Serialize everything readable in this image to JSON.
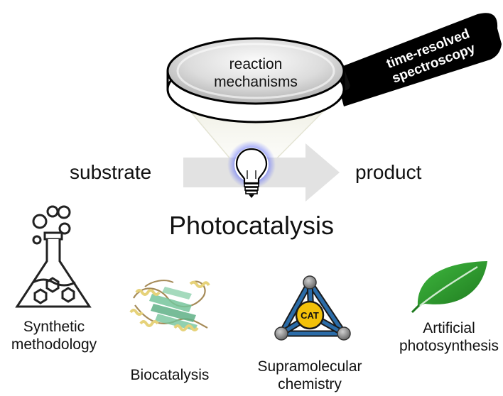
{
  "lens": {
    "line1": "reaction",
    "line2": "mechanisms"
  },
  "handle": {
    "line1": "time-resolved",
    "line2": "spectroscopy"
  },
  "flow": {
    "left": "substrate",
    "right": "product"
  },
  "title": "Photocatalysis",
  "applications": [
    {
      "line1": "Synthetic",
      "line2": "methodology"
    },
    {
      "line1": "Biocatalysis"
    },
    {
      "line1": "Supramolecular",
      "line2": "chemistry",
      "badge": "CAT"
    },
    {
      "line1": "Artificial",
      "line2": "photosynthesis"
    }
  ],
  "colors": {
    "arrow": "#e2e2e2",
    "bulb_glow": "#1f2fd8",
    "leaf": "#2e9c2e",
    "tetra_edge": "#2b6ca8",
    "cat_badge": "#f2c10a",
    "handle": "#000000"
  },
  "icons": [
    "magnifier-icon",
    "lightbulb-icon",
    "flask-icon",
    "protein-icon",
    "tetrahedron-icon",
    "leaf-icon"
  ]
}
